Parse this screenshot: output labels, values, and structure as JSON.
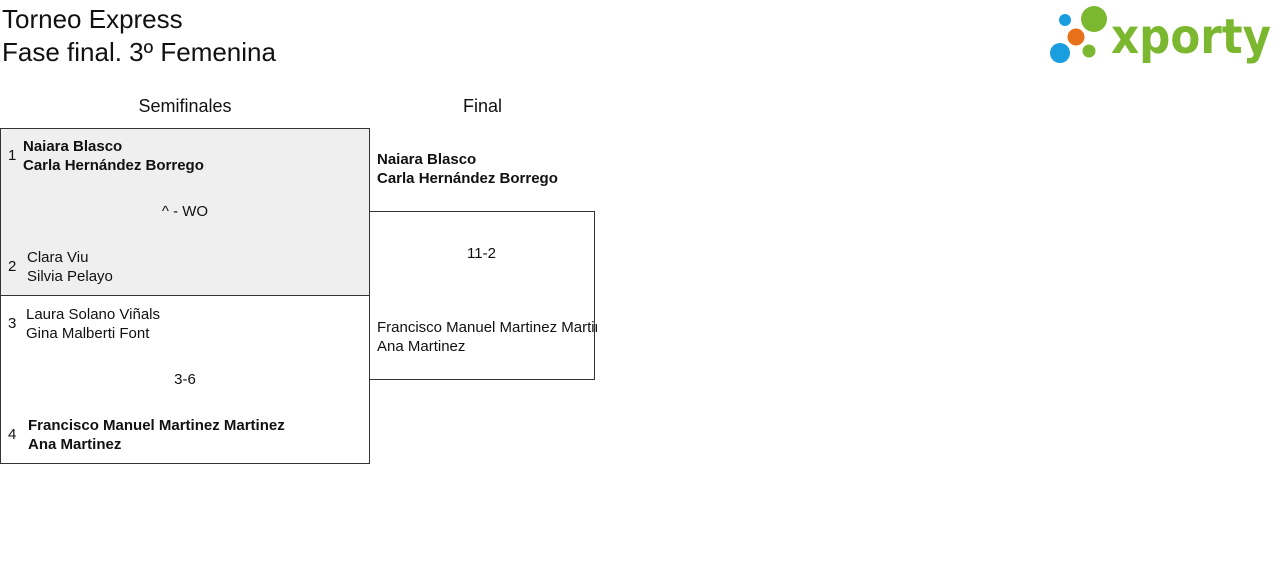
{
  "header": {
    "title_line1": "Torneo Express",
    "title_line2": "Fase final. 3º Femenina",
    "logo_text": "xporty"
  },
  "rounds": {
    "semifinal_label": "Semifinales",
    "final_label": "Final"
  },
  "semifinals": [
    {
      "score": "^ - WO",
      "teams": [
        {
          "seed": "1",
          "players": [
            "Naiara Blasco",
            "Carla Hernández Borrego"
          ],
          "winner": true
        },
        {
          "seed": "2",
          "players": [
            "Clara Viu",
            "Silvia Pelayo"
          ],
          "winner": false
        }
      ]
    },
    {
      "score": "3-6",
      "teams": [
        {
          "seed": "3",
          "players": [
            "Laura Solano Viñals",
            "Gina Malberti Font"
          ],
          "winner": false
        },
        {
          "seed": "4",
          "players": [
            "Francisco Manuel Martinez Martinez",
            "Ana Martinez"
          ],
          "winner": true
        }
      ]
    }
  ],
  "final": {
    "score": "11-2",
    "teams": [
      {
        "players": [
          "Naiara Blasco",
          "Carla Hernández Borrego"
        ],
        "winner": true
      },
      {
        "players": [
          "Francisco Manuel Martinez Martinez",
          "Ana Martinez"
        ],
        "winner": false
      }
    ]
  },
  "colors": {
    "logo_green": "#7cb82f",
    "logo_blue": "#1b9ee0",
    "logo_orange": "#e8701a",
    "shaded_match": "#efefef"
  }
}
